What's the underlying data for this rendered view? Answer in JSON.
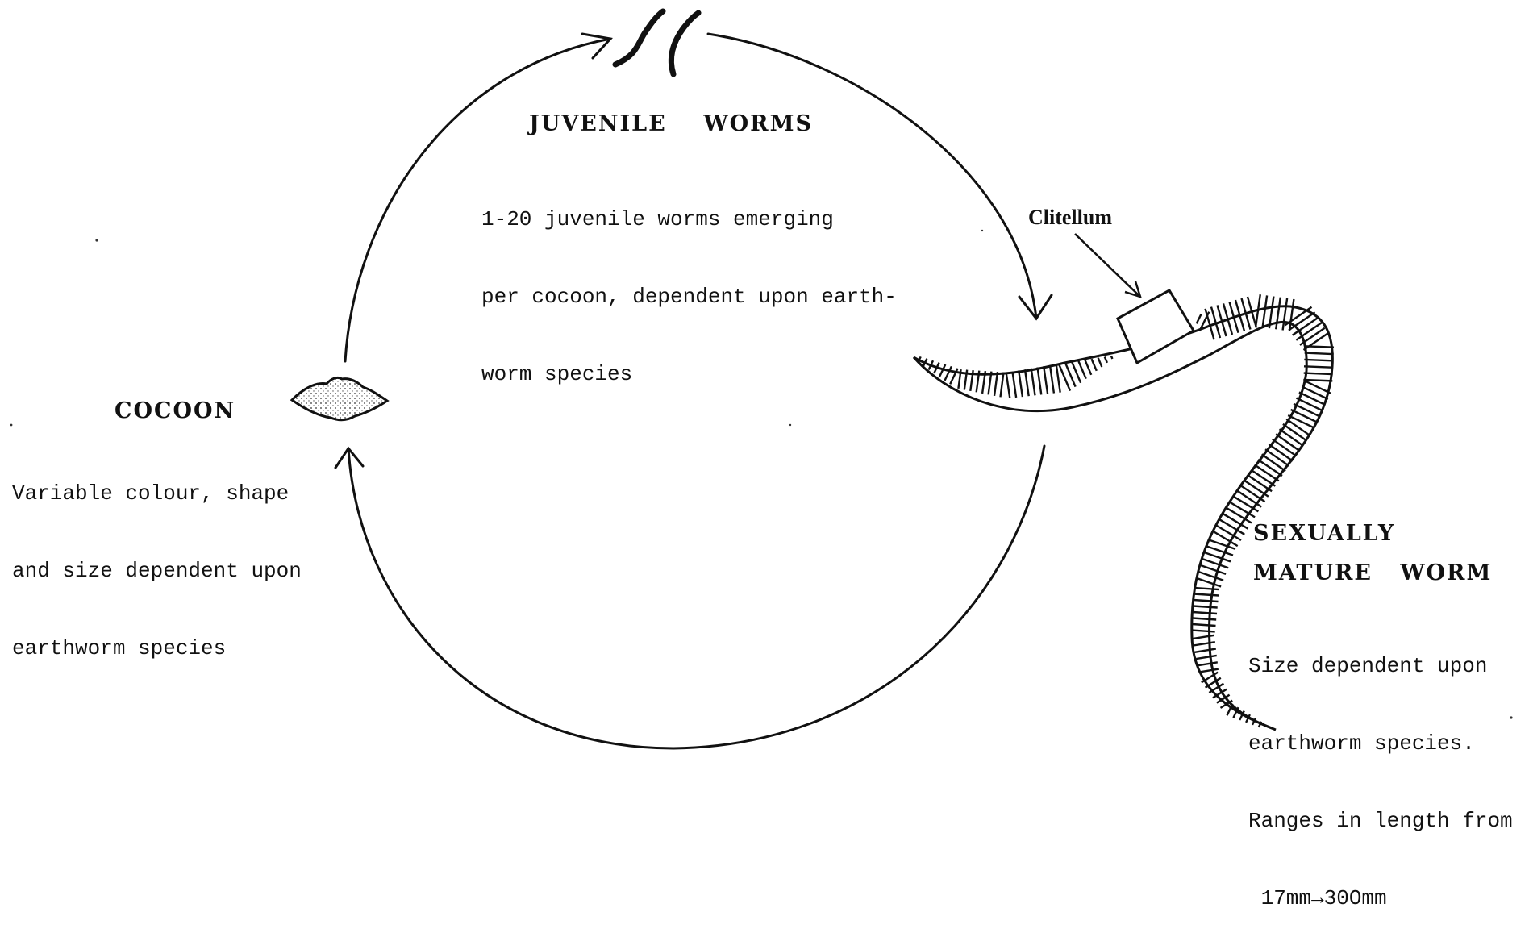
{
  "juvenile": {
    "title": "JUVENILE    WORMS",
    "lines": [
      "1-20 juvenile worms emerging",
      "per cocoon, dependent upon earth-",
      "worm species"
    ]
  },
  "cocoon": {
    "title": "COCOON",
    "lines": [
      "Variable colour, shape",
      "and size dependent upon",
      "earthworm species"
    ]
  },
  "clitellum": {
    "label": "Clitellum"
  },
  "mature": {
    "title_line1": "SEXUALLY",
    "title_line2": "MATURE   WORM",
    "lines": [
      "Size dependent upon",
      "earthworm species.",
      "Ranges in length from",
      " 17mm→30Omm"
    ]
  },
  "icons": {
    "juvenile": "juvenile-worms-icon",
    "cocoon": "cocoon-icon",
    "adult": "adult-earthworm-icon"
  },
  "colors": {
    "ink": "#111111",
    "background": "#ffffff"
  }
}
